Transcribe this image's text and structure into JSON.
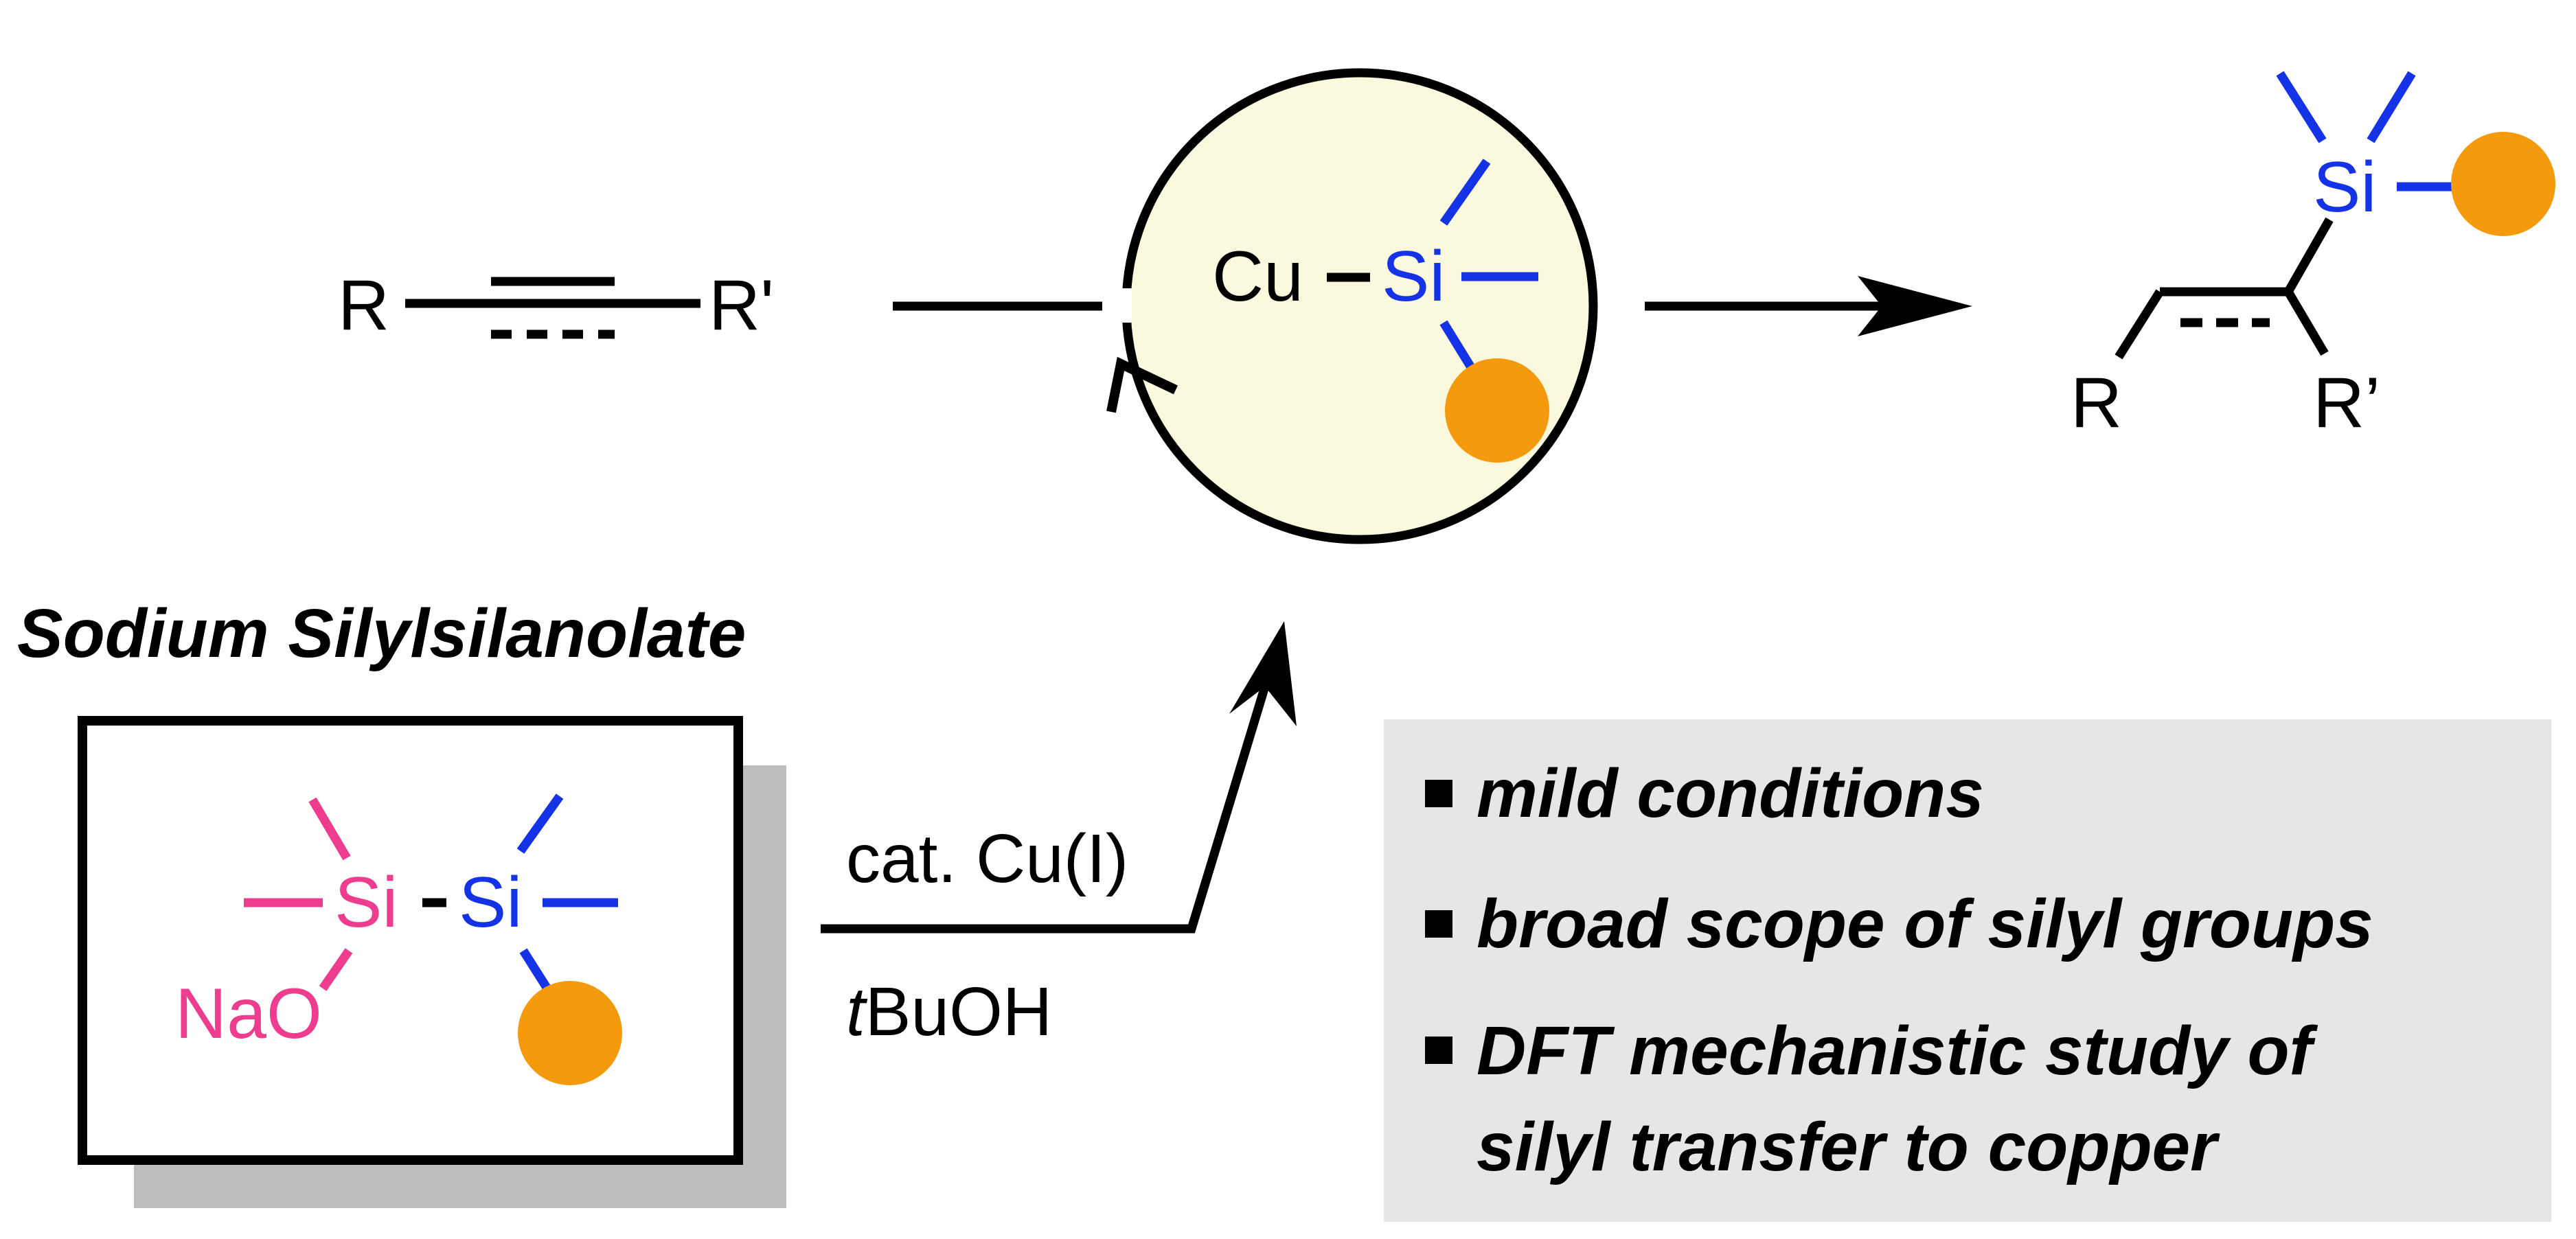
{
  "substrate": {
    "r_label": "R",
    "r_prime_label": "R'"
  },
  "catalyst": {
    "cu_label": "Cu",
    "si_label": "Si"
  },
  "product": {
    "si_label": "Si",
    "r_label": "R",
    "r_prime_label": "R’"
  },
  "reagent": {
    "title": "Sodium Silylsilanolate",
    "si_left_label": "Si",
    "si_right_label": "Si",
    "nao_label": "NaO"
  },
  "conditions": {
    "catalyst_label": "cat. Cu(I)",
    "solvent_italic": "t",
    "solvent_rest": "BuOH"
  },
  "features": [
    "mild conditions",
    "broad scope of silyl groups",
    "DFT mechanistic study of",
    "silyl transfer to copper"
  ],
  "colors": {
    "silyl_blue": "#1433E6",
    "silanolate_pink": "#EE3C8E",
    "substituent_orange": "#F59A0C",
    "cu_circle_fill": "#FAF9DD",
    "feature_box_grey": "#E6E6E6",
    "shadow_grey": "#BDBDBD"
  }
}
